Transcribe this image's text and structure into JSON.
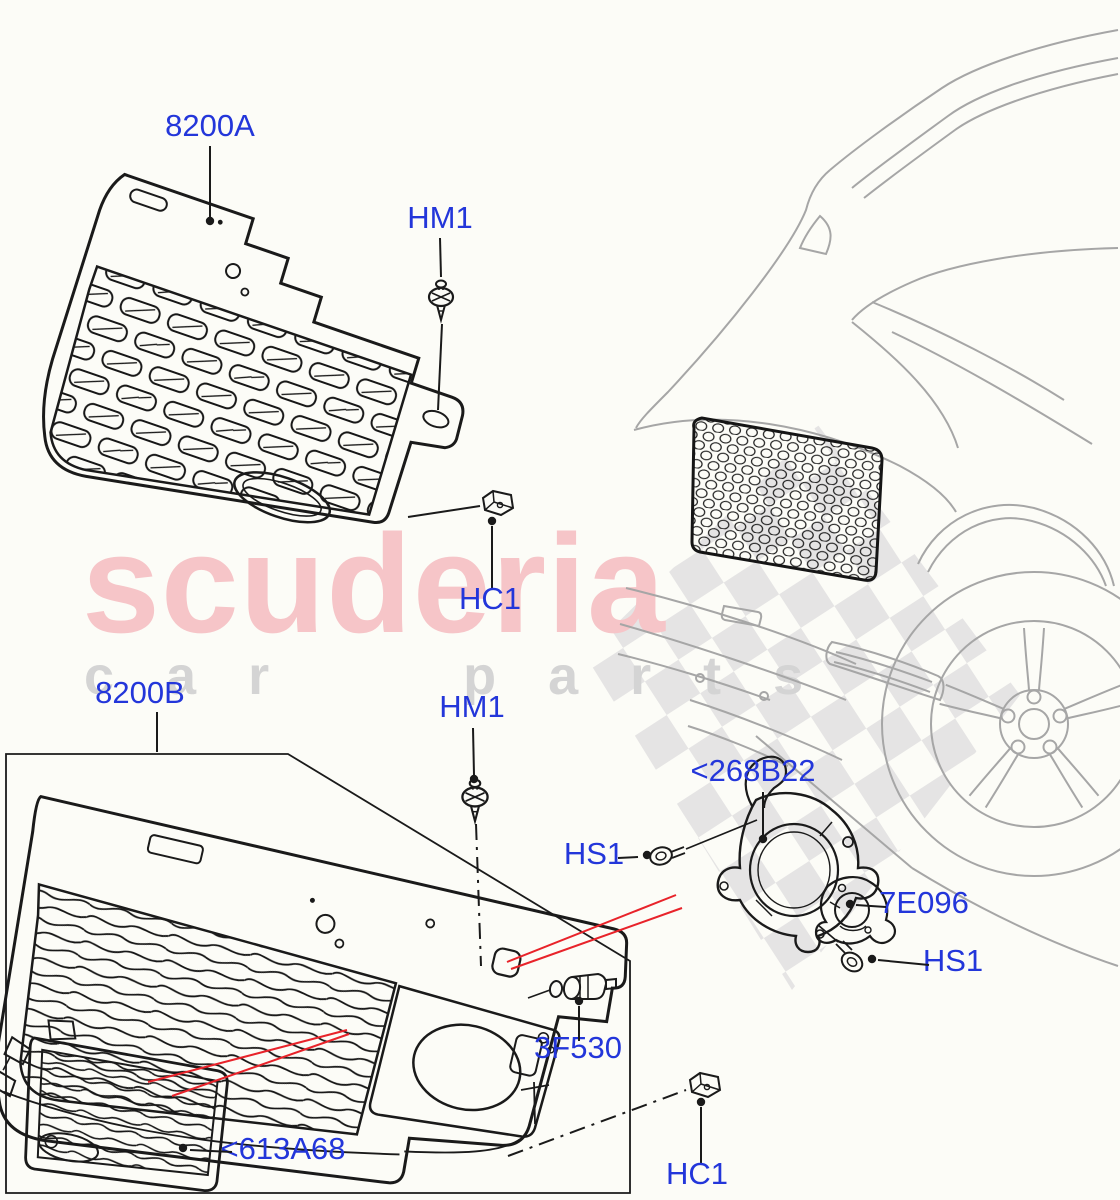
{
  "page": {
    "background": "#fcfcf7"
  },
  "watermark": {
    "brand": "scuderia",
    "tagline": "car parts",
    "brand_color": "#f6c5c8",
    "tagline_color": "#d4d4d4",
    "checker_color": "#e5e4e4"
  },
  "diagram": {
    "ink_color": "#1a1a1a",
    "label_color": "#2336da",
    "red_line_color": "#e8232a",
    "car_line_color": "#a6a6a6",
    "labels": {
      "grille_upper": "8200A",
      "hm1_upper": "HM1",
      "hc1_upper": "HC1",
      "grille_lower": "8200B",
      "hm1_lower": "HM1",
      "camera_bezel": "<268B22",
      "hs1_left": "HS1",
      "camera_bracket": "7E096",
      "hs1_right": "HS1",
      "sensor": "3F530",
      "hc1_lower": "HC1",
      "grille_insert": "<613A68"
    }
  }
}
